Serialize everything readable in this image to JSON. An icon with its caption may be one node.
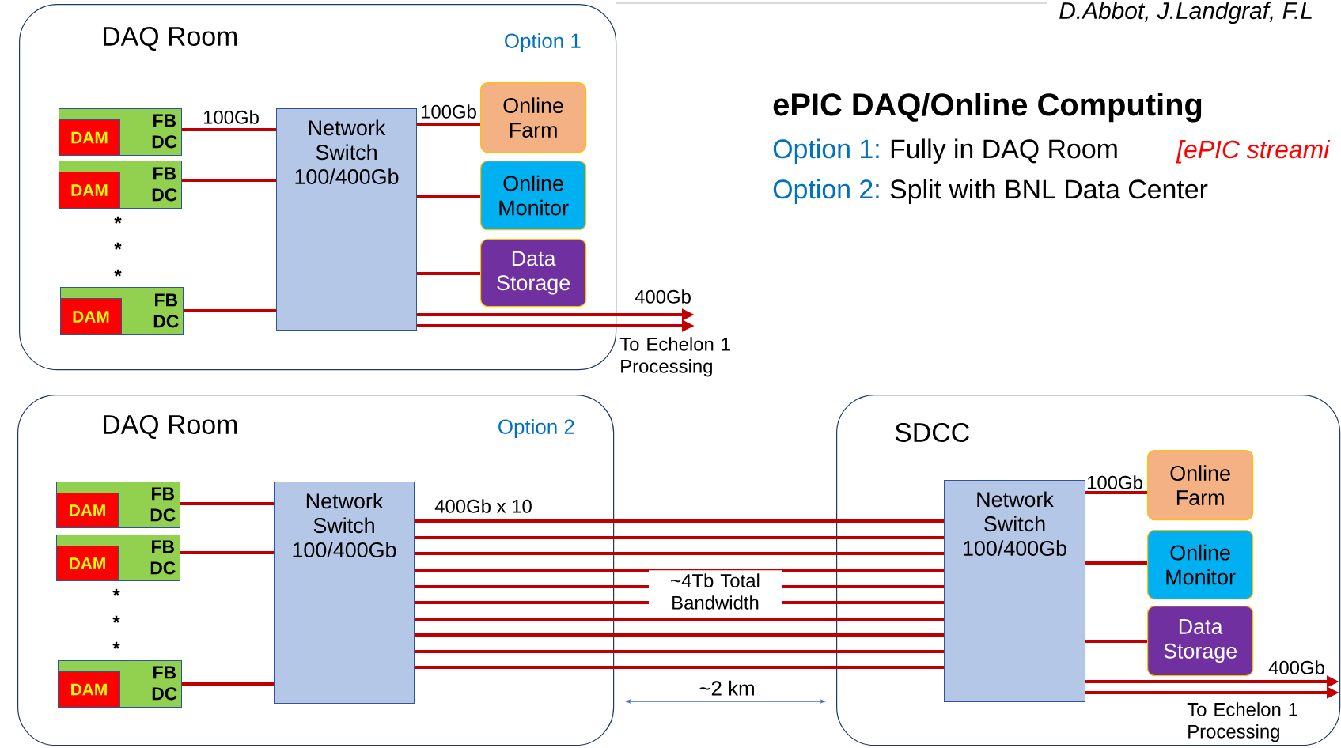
{
  "diagram": {
    "title": "ePIC DAQ/Online Computing",
    "nodes": [
      {
        "text": [
          "DAQ Room",
          "Option 1"
        ]
      },
      {
        "text": [
          "FB DC"
        ],
        "in": 0
      },
      {
        "text": [
          "DAM"
        ],
        "in": 1
      },
      {
        "text": [
          "FB DC"
        ],
        "in": 0
      },
      {
        "text": [
          "DAM"
        ],
        "in": 3
      },
      {
        "text": [
          "FB DC"
        ],
        "in": 0
      },
      {
        "text": [
          "DAM"
        ],
        "in": 5
      },
      {
        "text": [
          "Network Switch 100/400Gb"
        ],
        "in": 0
      },
      {
        "text": [
          "Online Farm"
        ],
        "in": 0
      },
      {
        "text": [
          "Online Monitor"
        ],
        "in": 0
      },
      {
        "text": [
          "Data Storage"
        ],
        "in": 0
      },
      {
        "text": [
          "DAQ Room",
          "Option 2"
        ]
      },
      {
        "text": [
          "FB DC"
        ],
        "in": 11
      },
      {
        "text": [
          "DAM"
        ],
        "in": 12
      },
      {
        "text": [
          "FB DC"
        ],
        "in": 11
      },
      {
        "text": [
          "DAM"
        ],
        "in": 14
      },
      {
        "text": [
          "FB DC"
        ],
        "in": 11
      },
      {
        "text": [
          "DAM"
        ],
        "in": 16
      },
      {
        "text": [
          "Network Switch 100/400Gb"
        ],
        "in": 11
      },
      {
        "text": [
          "SDCC"
        ]
      },
      {
        "text": [
          "Network Switch 100/400Gb"
        ],
        "in": 19
      },
      {
        "text": [
          "Online Farm"
        ],
        "in": 19
      },
      {
        "text": [
          "Online Monitor"
        ],
        "in": 19
      },
      {
        "text": [
          "Data Storage"
        ],
        "in": 19
      }
    ],
    "edges": [
      {
        "from": 1,
        "to": 7,
        "arrow": "none",
        "label": "100Gb"
      },
      {
        "from": 3,
        "to": 7,
        "arrow": "none"
      },
      {
        "from": 5,
        "to": 7,
        "arrow": "none"
      },
      {
        "from": 7,
        "to": 8,
        "arrow": "none",
        "label": "100Gb"
      },
      {
        "from": 7,
        "to": 9,
        "arrow": "none"
      },
      {
        "from": 7,
        "to": 10,
        "arrow": "none"
      },
      {
        "from": 7,
        "to": null,
        "arrow": "to",
        "label": "400Gb"
      },
      {
        "from": 7,
        "to": null,
        "arrow": "to",
        "label": "To Echelon 1 Processing"
      },
      {
        "from": 12,
        "to": 18,
        "arrow": "none"
      },
      {
        "from": 14,
        "to": 18,
        "arrow": "none"
      },
      {
        "from": 16,
        "to": 18,
        "arrow": "none"
      },
      {
        "from": 18,
        "to": 20,
        "arrow": "none",
        "label": "400Gb x 10"
      },
      {
        "from": 18,
        "to": 20,
        "arrow": "none"
      },
      {
        "from": 18,
        "to": 20,
        "arrow": "none"
      },
      {
        "from": 18,
        "to": 20,
        "arrow": "none"
      },
      {
        "from": 18,
        "to": 20,
        "arrow": "none",
        "label": "~4Tb Total Bandwidth"
      },
      {
        "from": 18,
        "to": 20,
        "arrow": "none"
      },
      {
        "from": 18,
        "to": 20,
        "arrow": "none"
      },
      {
        "from": 18,
        "to": 20,
        "arrow": "none"
      },
      {
        "from": 18,
        "to": 20,
        "arrow": "none"
      },
      {
        "from": 18,
        "to": 20,
        "arrow": "none"
      },
      {
        "from": 20,
        "to": 21,
        "arrow": "none",
        "label": "100Gb"
      },
      {
        "from": 20,
        "to": 22,
        "arrow": "none"
      },
      {
        "from": 20,
        "to": 23,
        "arrow": "none"
      },
      {
        "from": 20,
        "to": null,
        "arrow": "to",
        "label": "400Gb"
      },
      {
        "from": 20,
        "to": null,
        "arrow": "to",
        "label": "To Echelon 1 Processing"
      }
    ],
    "labels": [
      "D.Abbot, J.Landgraf, F.L",
      "Option 1:",
      "Fully in DAQ Room",
      "[ePIC streami",
      "Option 2:",
      "Split with BNL Data Center",
      "*",
      "*",
      "*",
      "*",
      "*",
      "*",
      "~2 km"
    ]
  }
}
